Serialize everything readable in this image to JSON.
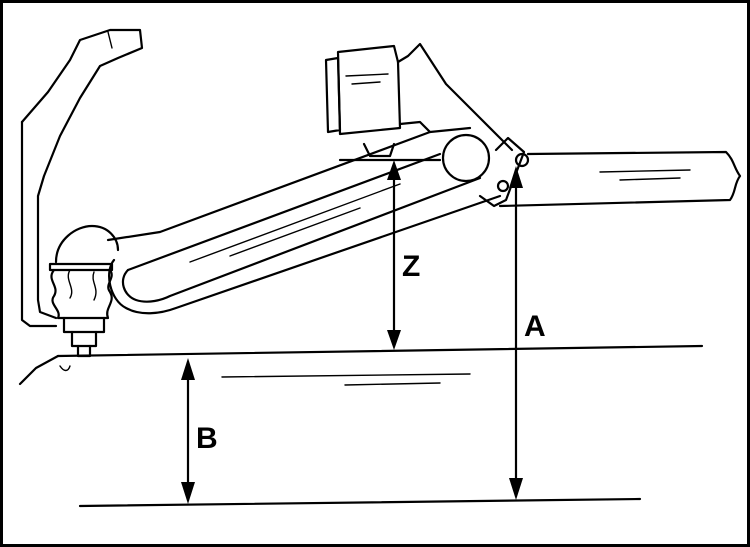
{
  "labels": {
    "z": "Z",
    "a": "A",
    "b": "B"
  }
}
